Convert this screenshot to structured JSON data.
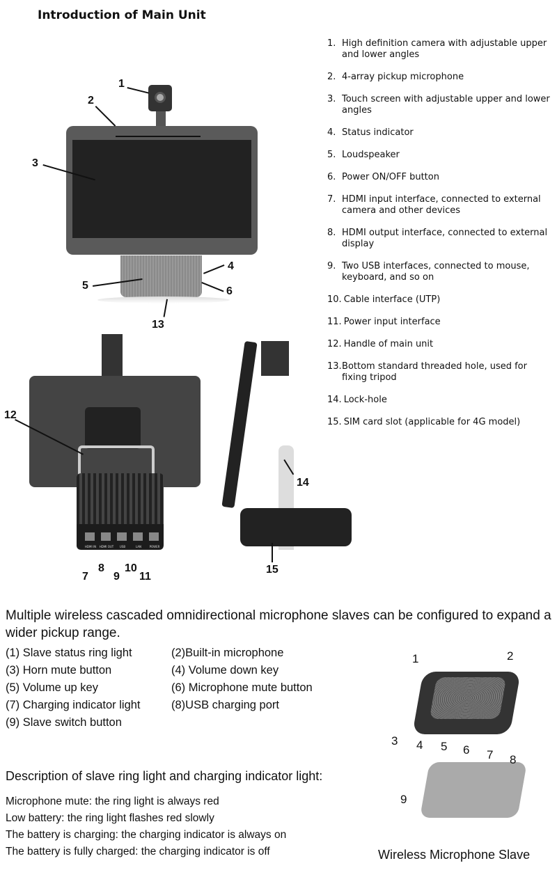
{
  "title": "Introduction of Main Unit",
  "features": [
    {
      "n": "1.",
      "t": "High definition camera with adjustable upper and lower angles"
    },
    {
      "n": "2.",
      "t": "4-array pickup microphone"
    },
    {
      "n": "3.",
      "t": "Touch screen with adjustable upper and lower angles"
    },
    {
      "n": "4.",
      "t": "Status indicator"
    },
    {
      "n": "5.",
      "t": "Loudspeaker"
    },
    {
      "n": "6.",
      "t": "Power ON/OFF button"
    },
    {
      "n": "7.",
      "t": "HDMI input interface, connected to external camera and other devices"
    },
    {
      "n": "8.",
      "t": "HDMI output interface, connected to external display"
    },
    {
      "n": "9.",
      "t": "Two USB interfaces, connected to mouse, keyboard, and so on"
    },
    {
      "n": "10.",
      "t": "Cable interface (UTP)"
    },
    {
      "n": "11.",
      "t": "Power input interface"
    },
    {
      "n": "12.",
      "t": "Handle of main unit"
    },
    {
      "n": "13.",
      "t": "Bottom standard threaded hole, used for fixing tripod"
    },
    {
      "n": "14.",
      "t": "Lock-hole"
    },
    {
      "n": "15.",
      "t": "SIM card slot (applicable for 4G model)"
    }
  ],
  "callouts": {
    "c1": "1",
    "c2": "2",
    "c3": "3",
    "c4": "4",
    "c5": "5",
    "c6": "6",
    "c7": "7",
    "c8": "8",
    "c9": "9",
    "c10": "10",
    "c11": "11",
    "c12": "12",
    "c13": "13",
    "c14": "14",
    "c15": "15"
  },
  "ports": [
    "HDMI IN",
    "HDMI OUT",
    "USB",
    "LAN",
    "POWER"
  ],
  "slave_intro": "Multiple wireless cascaded omnidirectional microphone slaves can be configured to expand a wider pickup range.",
  "slave_items": [
    "(1) Slave status ring light",
    "(2)Built-in microphone",
    "(3) Horn mute button",
    "(4) Volume down key",
    "(5) Volume up key",
    "(6) Microphone mute button",
    "(7) Charging indicator light",
    "(8)USB charging port",
    "(9) Slave switch button"
  ],
  "desc_heading": "Description of slave ring light and charging indicator light:",
  "desc_lines": [
    "Microphone mute: the ring light is always red",
    "Low battery: the ring light flashes red slowly",
    "The battery is charging: the charging indicator is always on",
    "The battery is fully charged: the charging indicator is off"
  ],
  "slave_caption": "Wireless Microphone Slave",
  "slave_callouts": [
    "1",
    "2",
    "3",
    "4",
    "5",
    "6",
    "7",
    "8",
    "9"
  ]
}
